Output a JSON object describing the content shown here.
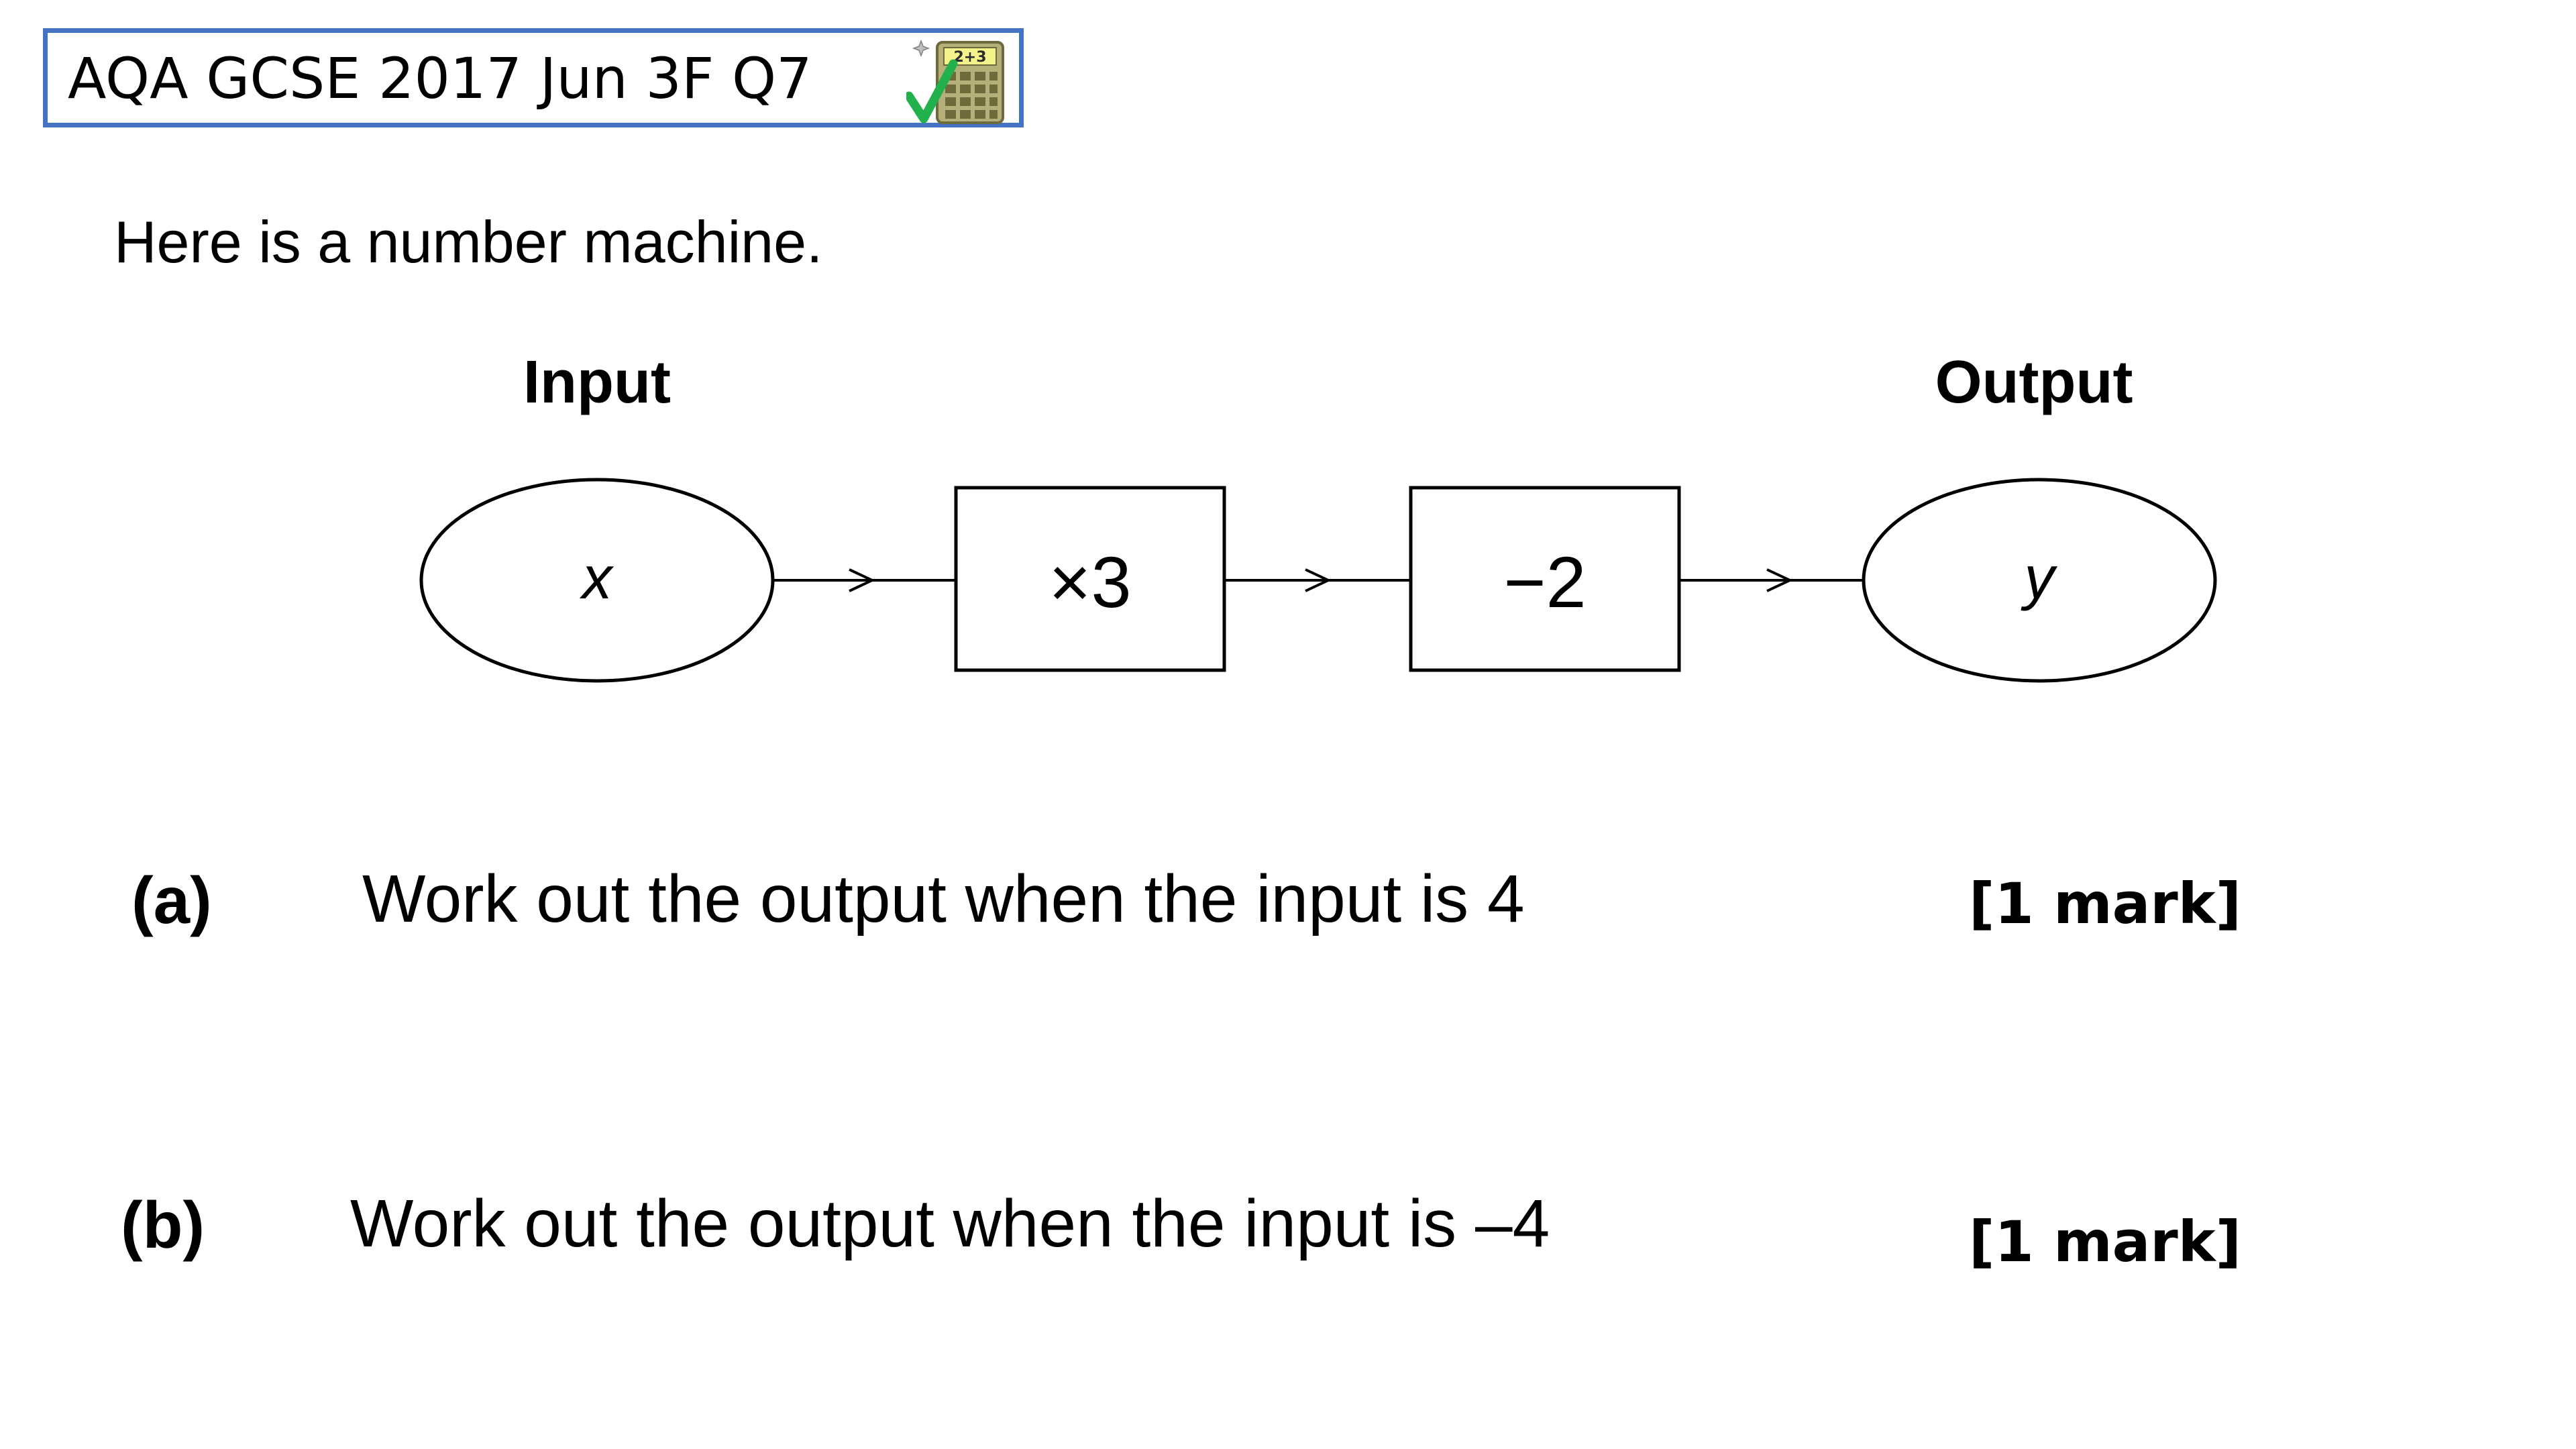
{
  "header": {
    "title": "AQA GCSE 2017 Jun 3F Q7",
    "calculator_display": "2+3",
    "icon": "calculator-allowed-icon"
  },
  "intro": "Here is a number machine.",
  "machine": {
    "input_label": "Input",
    "output_label": "Output",
    "input_variable": "x",
    "output_variable": "y",
    "operations": [
      "×3",
      "−2"
    ]
  },
  "questions": [
    {
      "letter": "(a)",
      "text": "Work out the output when the input is 4",
      "marks": "[1 mark]"
    },
    {
      "letter": "(b)",
      "text": "Work out the output when the input is –4",
      "marks": "[1 mark]"
    }
  ],
  "colors": {
    "title_border": "#4472C4",
    "tick": "#22B14C",
    "calculator": "#A0A060"
  }
}
